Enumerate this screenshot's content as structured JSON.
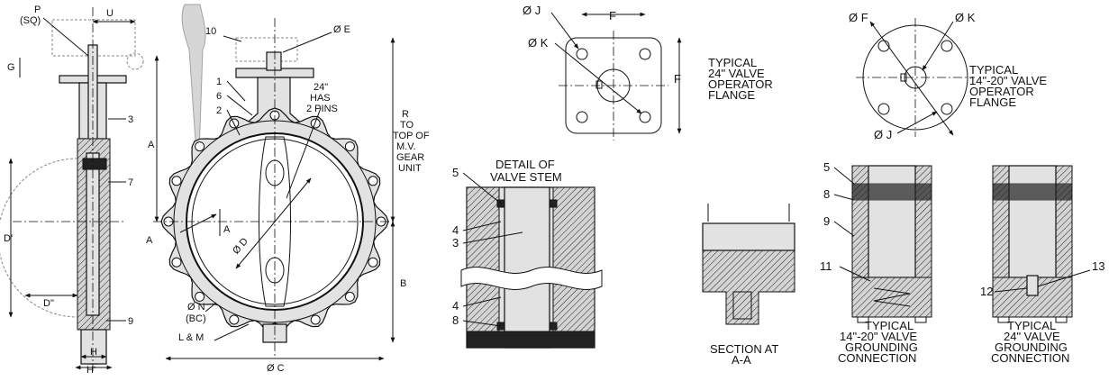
{
  "side_view": {
    "p_label": "P",
    "sq_label": "(SQ)",
    "u_label": "U",
    "g_label": "G",
    "d_prime_label": "D'",
    "d_dprime_label": "D\"",
    "h_label": "H",
    "h_prime_label": "H'",
    "callout_3": "3",
    "callout_7": "7",
    "callout_9": "9"
  },
  "front_view": {
    "callout_10": "10",
    "callout_1": "1",
    "callout_6": "6",
    "callout_2": "2",
    "e_label": "Ø E",
    "pins_note": [
      "24\"",
      "HAS",
      "2 PINS"
    ],
    "a_label": "A",
    "section_a_left": "A",
    "section_a_right": "A",
    "d_label": "Ø D",
    "n_label": "Ø N",
    "bc_label": "(BC)",
    "lm_label": "L & M",
    "c_label": "Ø C",
    "r_note": [
      "R",
      "TO",
      "TOP OF",
      "M.V.",
      "GEAR",
      "UNIT"
    ],
    "b_label": "B"
  },
  "flange_24": {
    "j_label": "Ø J",
    "k_label": "Ø K",
    "f_top_label": "F",
    "f_side_label": "F",
    "caption": [
      "TYPICAL",
      "24\" VALVE",
      "OPERATOR",
      "FLANGE"
    ]
  },
  "flange_14_20": {
    "f_label": "Ø F",
    "k_label": "Ø K",
    "j_label": "Ø J",
    "caption": [
      "TYPICAL",
      "14\"-20\" VALVE",
      "OPERATOR",
      "FLANGE"
    ]
  },
  "stem_detail": {
    "title": [
      "DETAIL OF",
      "VALVE STEM"
    ],
    "callouts": [
      "5",
      "4",
      "3",
      "4",
      "8"
    ]
  },
  "section_aa": {
    "caption": [
      "SECTION AT",
      "A-A"
    ]
  },
  "grounding_14_20": {
    "callouts": [
      "5",
      "8",
      "9",
      "11"
    ],
    "caption": [
      "TYPICAL",
      "14\"-20\" VALVE",
      "GROUNDING",
      "CONNECTION"
    ]
  },
  "grounding_24": {
    "callout_12": "12",
    "callout_13": "13",
    "caption": [
      "TYPICAL",
      "24\" VALVE",
      "GROUNDING",
      "CONNECTION"
    ]
  }
}
